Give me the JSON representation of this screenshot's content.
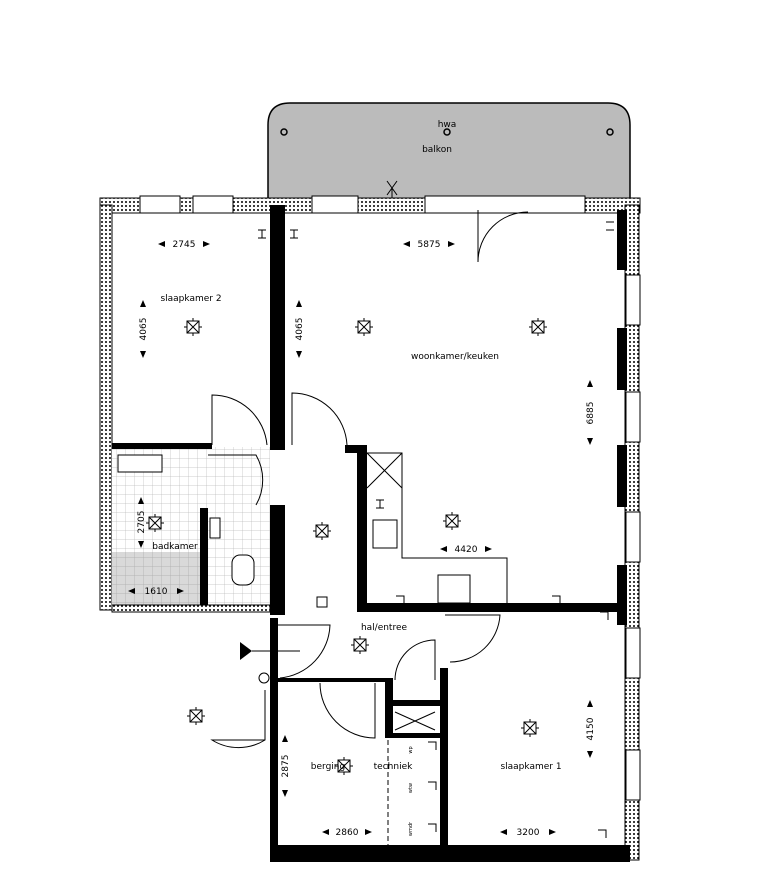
{
  "balcony": {
    "label": "balkon",
    "drain_label": "hwa",
    "fill": "#bbbbbb"
  },
  "rooms": {
    "bedroom2": "slaapkamer 2",
    "living": "woonkamer/keuken",
    "bathroom": "badkamer",
    "hall": "hal/entree",
    "storage": "berging",
    "technical": "techniek",
    "bedroom1": "slaapkamer 1"
  },
  "dimensions": {
    "bedroom2_width": "2745",
    "bedroom2_depth": "4065",
    "living_width": "5875",
    "living_depth_upper": "4065",
    "living_depth": "6885",
    "kitchen_width": "4420",
    "bathroom_depth": "2705",
    "bathroom_width": "1610",
    "storage_depth": "2875",
    "storage_width": "2860",
    "bedroom1_width": "3200",
    "bedroom1_depth": "4150"
  },
  "technical_labels": [
    "wp",
    "wtw",
    "wmdr"
  ],
  "colors": {
    "wall": "#000000",
    "balcony": "#bbbbbb",
    "tile": "#d9d9d9"
  }
}
